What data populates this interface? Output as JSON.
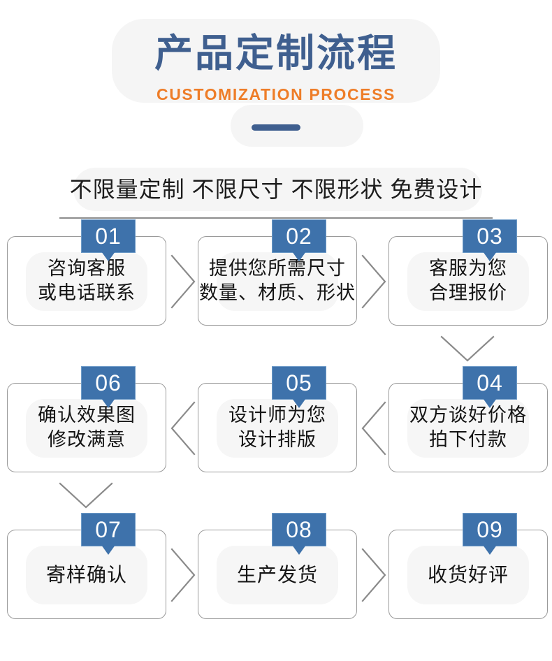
{
  "header": {
    "title": "产品定制流程",
    "subtitle": "CUSTOMIZATION PROCESS",
    "title_color": "#3f5f8f",
    "subtitle_color": "#ee7d28",
    "dash_color": "#3f5f8f",
    "blob_color": "#f5f5f5"
  },
  "tagline": {
    "text": "不限量定制 不限尺寸 不限形状 免费设计",
    "divider_color": "#8d8d8d"
  },
  "flow": {
    "badge_color": "#3e72ab",
    "badge_border_color": "#6e9bc8",
    "card_border_color": "#9a9a9a",
    "connector_color": "#8a8a8a",
    "rows": [
      {
        "direction": "left-to-right",
        "cards": [
          {
            "number": "01",
            "line1": "咨询客服",
            "line2": "或电话联系"
          },
          {
            "number": "02",
            "line1": "提供您所需尺寸",
            "line2": "数量、材质、形状"
          },
          {
            "number": "03",
            "line1": "客服为您",
            "line2": "合理报价"
          }
        ]
      },
      {
        "direction": "right-to-left",
        "cards": [
          {
            "number": "06",
            "line1": "确认效果图",
            "line2": "修改满意"
          },
          {
            "number": "05",
            "line1": "设计师为您",
            "line2": "设计排版"
          },
          {
            "number": "04",
            "line1": "双方谈好价格",
            "line2": "拍下付款"
          }
        ]
      },
      {
        "direction": "left-to-right",
        "cards": [
          {
            "number": "07",
            "line1": "寄样确认",
            "line2": ""
          },
          {
            "number": "08",
            "line1": "生产发货",
            "line2": ""
          },
          {
            "number": "09",
            "line1": "收货好评",
            "line2": ""
          }
        ]
      }
    ]
  }
}
